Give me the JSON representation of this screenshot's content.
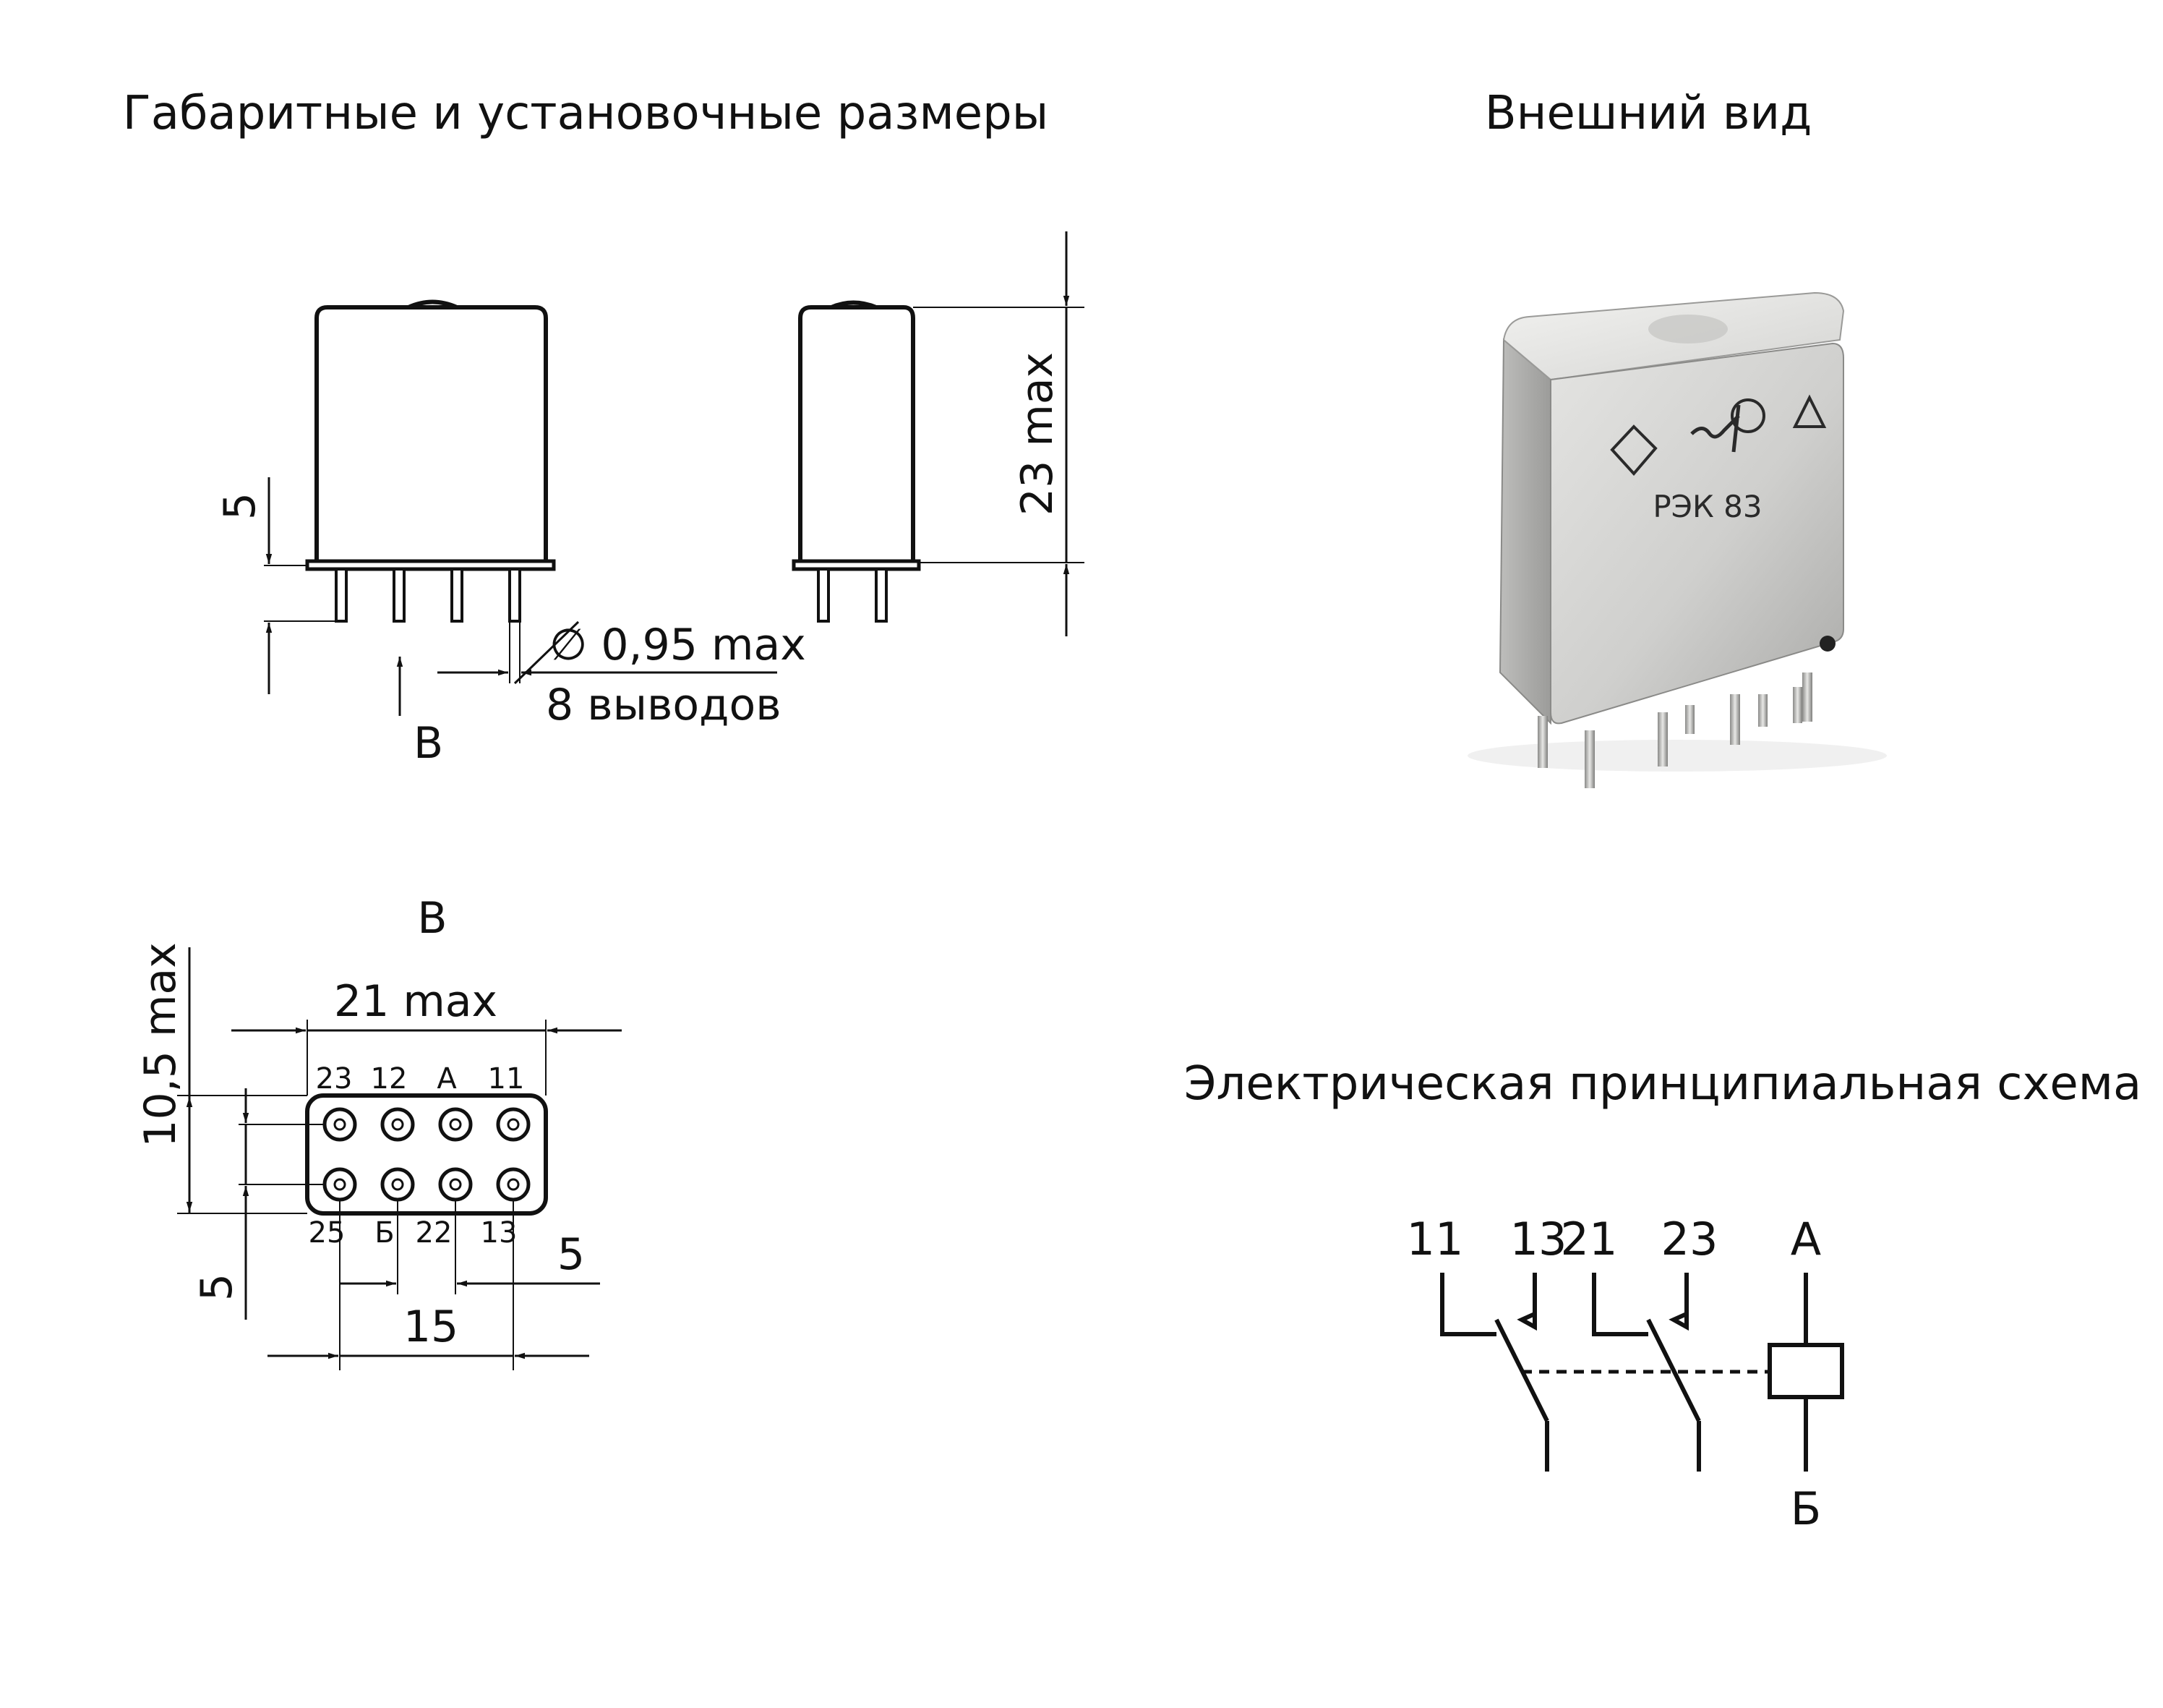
{
  "sections": {
    "dimensions_title": "Габаритные и установочные размеры",
    "appearance_title": "Внешний вид",
    "schematic_title": "Электрическая принципиальная схема"
  },
  "side_views": {
    "lead_length": "5",
    "height": "23 max",
    "pin_diameter": "∅ 0,95 max",
    "pin_count": "8 выводов",
    "view_marker": "В"
  },
  "bottom_view": {
    "title": "В",
    "width": "21 max",
    "depth": "10,5 max",
    "row_spacing": "5",
    "pin_pitch": "5",
    "span": "15",
    "top_pins": [
      "23",
      "12",
      "А",
      "11"
    ],
    "bottom_pins": [
      "25",
      "Б",
      "22",
      "13"
    ]
  },
  "photo": {
    "marking": "РЭК 83"
  },
  "schematic": {
    "terminals": [
      "11",
      "13",
      "21",
      "23"
    ],
    "coil_top": "А",
    "coil_bottom": "Б"
  }
}
